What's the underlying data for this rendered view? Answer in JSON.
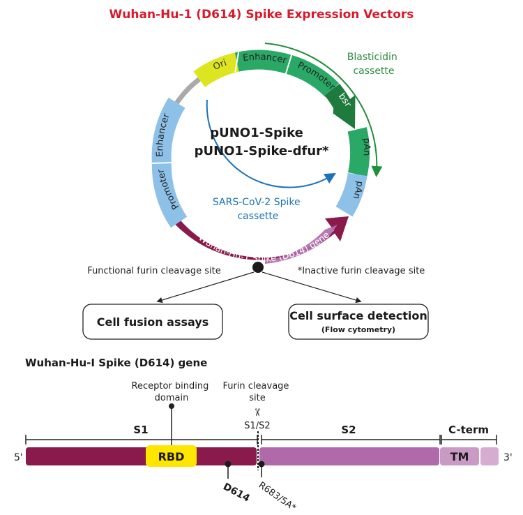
{
  "title": "Wuhan-Hu-1 (D614) Spike Expression Vectors",
  "colors": {
    "title": "#d7192b",
    "green": "#2aa866",
    "darkgreen": "#1f7a3d",
    "blasticidin_text": "#2c8a3e",
    "blue_segment": "#8ec1e8",
    "blue_text": "#1a73b8",
    "ori": "#dde520",
    "gray": "#a9a9a9",
    "spike_dark": "#8a1a4b",
    "spike_light": "#b06aaa",
    "tm": "#d4a0cd",
    "rbd": "#ffe600"
  },
  "plasmid": {
    "name_line1": "pUNO1-Spike",
    "name_line2": "pUNO1-Spike-dfur*",
    "segments": {
      "ori": "Ori",
      "enhancer_right": "Enhancer",
      "promoter_right": "Promoter",
      "bsr": "bsr",
      "pan_green": "pAn",
      "pan_blue": "pAn",
      "spike_gene": "Wuhan-Hu-1 Spike (D614) gene",
      "enhancer_left": "Enhancer",
      "promoter_left": "Promoter"
    },
    "blasticidin_line1": "Blasticidin",
    "blasticidin_line2": "cassette",
    "spike_cassette_line1": "SARS-CoV-2 Spike",
    "spike_cassette_line2": "cassette"
  },
  "branch": {
    "left_label": "Functional furin cleavage site",
    "right_label": "*Inactive furin cleavage site",
    "box_left": "Cell fusion assays",
    "box_right_line1": "Cell surface detection",
    "box_right_line2": "(Flow cytometry)"
  },
  "gene": {
    "heading": "Wuhan-Hu-I Spike (D614) gene",
    "rbd_label_line1": "Receptor binding",
    "rbd_label_line2": "domain",
    "furin_label_line1": "Furin cleavage",
    "furin_label_line2": "site",
    "s1s2": "S1/S2",
    "s1": "S1",
    "s2": "S2",
    "cterm": "C-term",
    "rbd": "RBD",
    "tm": "TM",
    "five_prime": "5'",
    "three_prime": "3'",
    "d614": "D614",
    "r683": "R683/5A*",
    "scissors": "✂"
  }
}
